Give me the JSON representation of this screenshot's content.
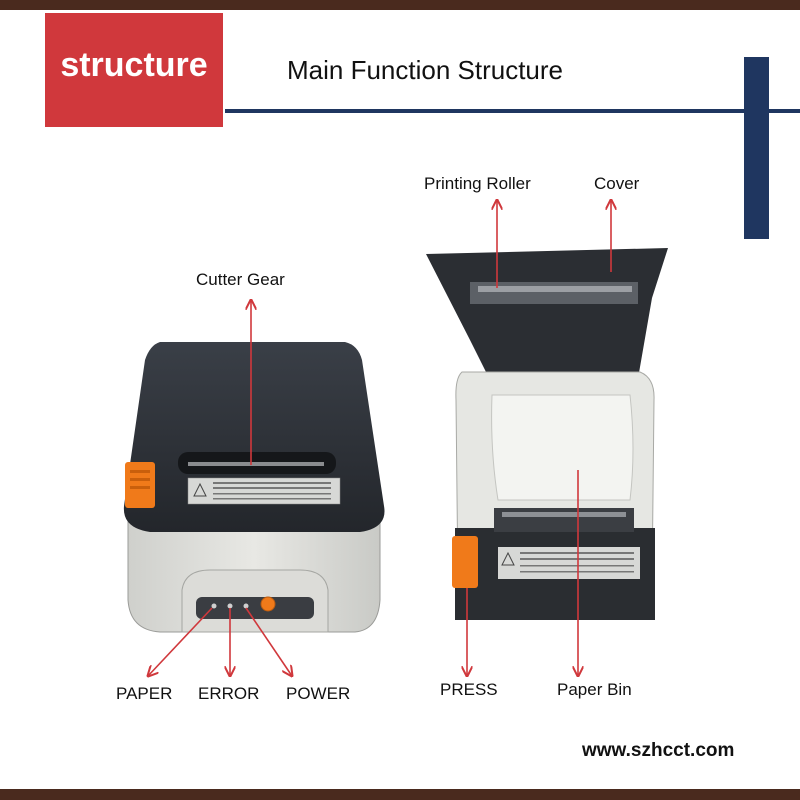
{
  "badge": {
    "text": "structure"
  },
  "title": "Main Function Structure",
  "labels": {
    "cutter_gear": "Cutter Gear",
    "printing_roller": "Printing Roller",
    "cover": "Cover",
    "paper": "PAPER",
    "error": "ERROR",
    "power": "POWER",
    "press": "PRESS",
    "paper_bin": "Paper Bin"
  },
  "website": "www.szhcct.com",
  "colors": {
    "badge_red": "#d0383c",
    "rule_navy": "#1f3660",
    "frame_brown": "#4a2a1e",
    "arrow_red": "#d0383c",
    "button_orange": "#f07a1a"
  }
}
